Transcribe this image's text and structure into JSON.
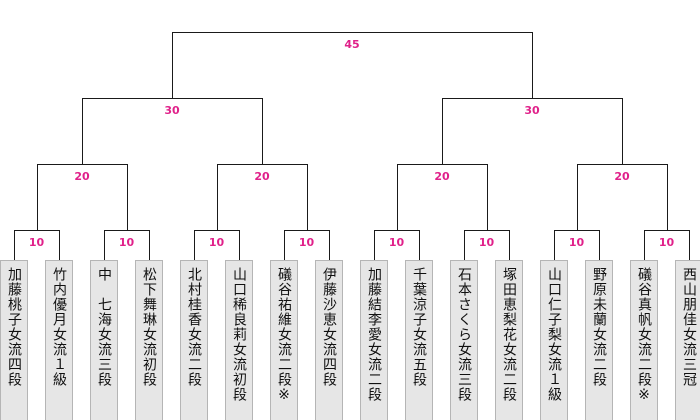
{
  "accent_color": "#e0218a",
  "line_color": "#1a1a1a",
  "players": [
    {
      "name": "加藤桃子女流四段"
    },
    {
      "name": "竹内優月女流１級"
    },
    {
      "name": "中　七海女流三段"
    },
    {
      "name": "松下舞琳女流初段"
    },
    {
      "name": "北村桂香女流二段"
    },
    {
      "name": "山口稀良莉女流初段"
    },
    {
      "name": "礒谷祐維女流二段※"
    },
    {
      "name": "伊藤沙恵女流四段"
    },
    {
      "name": "加藤結李愛女流二段"
    },
    {
      "name": "千葉涼子女流五段"
    },
    {
      "name": "石本さくら女流三段"
    },
    {
      "name": "塚田恵梨花女流二段"
    },
    {
      "name": "山口仁子梨女流１級"
    },
    {
      "name": "野原未蘭女流二段"
    },
    {
      "name": "礒谷真帆女流二段※"
    },
    {
      "name": "西山朋佳女流三冠"
    }
  ],
  "rounds": [
    {
      "round": 1,
      "matches": [
        {
          "score": "10",
          "players": [
            0,
            1
          ]
        },
        {
          "score": "10",
          "players": [
            2,
            3
          ]
        },
        {
          "score": "10",
          "players": [
            4,
            5
          ]
        },
        {
          "score": "10",
          "players": [
            6,
            7
          ]
        },
        {
          "score": "10",
          "players": [
            8,
            9
          ]
        },
        {
          "score": "10",
          "players": [
            10,
            11
          ]
        },
        {
          "score": "10",
          "players": [
            12,
            13
          ]
        },
        {
          "score": "10",
          "players": [
            14,
            15
          ]
        }
      ]
    },
    {
      "round": 2,
      "matches": [
        {
          "score": "20"
        },
        {
          "score": "20"
        },
        {
          "score": "20"
        },
        {
          "score": "20"
        }
      ]
    },
    {
      "round": 3,
      "matches": [
        {
          "score": "30"
        },
        {
          "score": "30"
        }
      ]
    },
    {
      "round": 4,
      "matches": [
        {
          "score": "45"
        }
      ]
    }
  ]
}
